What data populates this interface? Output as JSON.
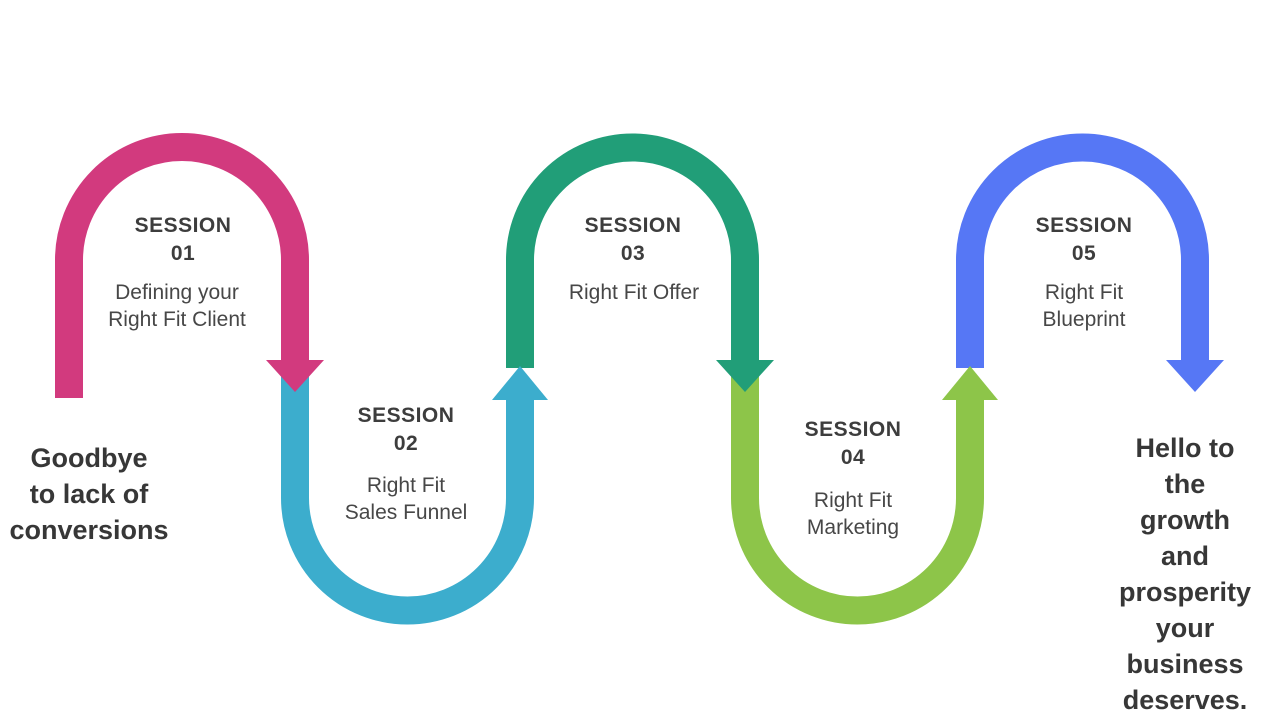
{
  "diagram": {
    "background": "#ffffff",
    "heading_text_color": "#3d3d3d",
    "body_text_color": "#474747",
    "note_text_color": "#373737",
    "sessions": [
      {
        "label": "SESSION",
        "number": "01",
        "title": "Defining your\nRight Fit Client",
        "color": "#d23a7e",
        "shape": "arch-with-down-arrow"
      },
      {
        "label": "SESSION",
        "number": "02",
        "title": "Right Fit\nSales Funnel",
        "color": "#3cadcd",
        "shape": "u-curve-with-up-arrow"
      },
      {
        "label": "SESSION",
        "number": "03",
        "title": "Right Fit Offer",
        "color": "#219e78",
        "shape": "arch-with-down-arrow"
      },
      {
        "label": "SESSION",
        "number": "04",
        "title": "Right Fit\nMarketing",
        "color": "#8dc549",
        "shape": "u-curve-with-up-arrow"
      },
      {
        "label": "SESSION",
        "number": "05",
        "title": "Right Fit\nBlueprint",
        "color": "#5677f5",
        "shape": "arch-with-down-arrow"
      }
    ],
    "start_note": "Goodbye\nto lack of\nconversions",
    "end_note": "Hello to the\ngrowth and\nprosperity\nyour\nbusiness\ndeserves."
  }
}
